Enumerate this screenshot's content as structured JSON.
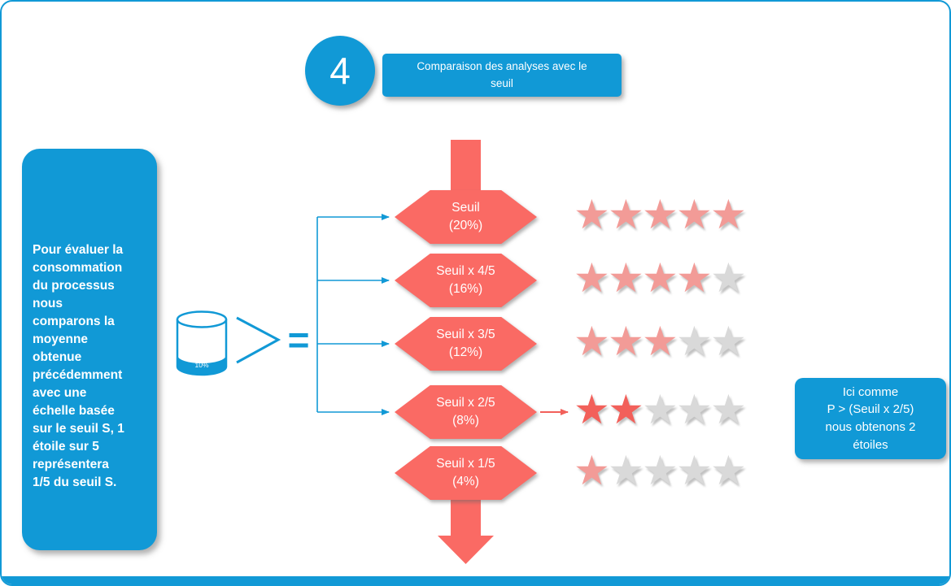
{
  "header": {
    "step_number": "4",
    "title": "Comparaison des analyses avec le\nseuil"
  },
  "description_panel": {
    "text": "Pour évaluer la\nconsommation\ndu processus\nnous\ncomparons la\nmoyenne\nobtenue\nprécédemment\n avec une\néchelle basée\nsur le seuil S, 1\nétoile sur 5\nreprésentera\n1/5 du seuil S."
  },
  "database": {
    "fill_label": "10%"
  },
  "comparison": {
    "greater_than": ">",
    "equals": "="
  },
  "thresholds": [
    {
      "label": "Seuil\n(20%)",
      "stars": 5,
      "highlight": false
    },
    {
      "label": "Seuil x 4/5\n(16%)",
      "stars": 4,
      "highlight": false
    },
    {
      "label": "Seuil x 3/5\n(12%)",
      "stars": 3,
      "highlight": false
    },
    {
      "label": "Seuil x 2/5\n(8%)",
      "stars": 2,
      "highlight": true
    },
    {
      "label": "Seuil x 1/5\n(4%)",
      "stars": 1,
      "highlight": false
    }
  ],
  "result_note": {
    "text": "Ici comme\nP > (Seuil x 2/5)\nnous obtenons 2\nétoiles"
  },
  "icons": {
    "star": "★"
  },
  "colors": {
    "blue": "#1199d6",
    "red": "#fa6a64",
    "star_filled": "#f29b97",
    "star_highlight": "#f2605a",
    "star_empty": "#d9d9d9"
  }
}
